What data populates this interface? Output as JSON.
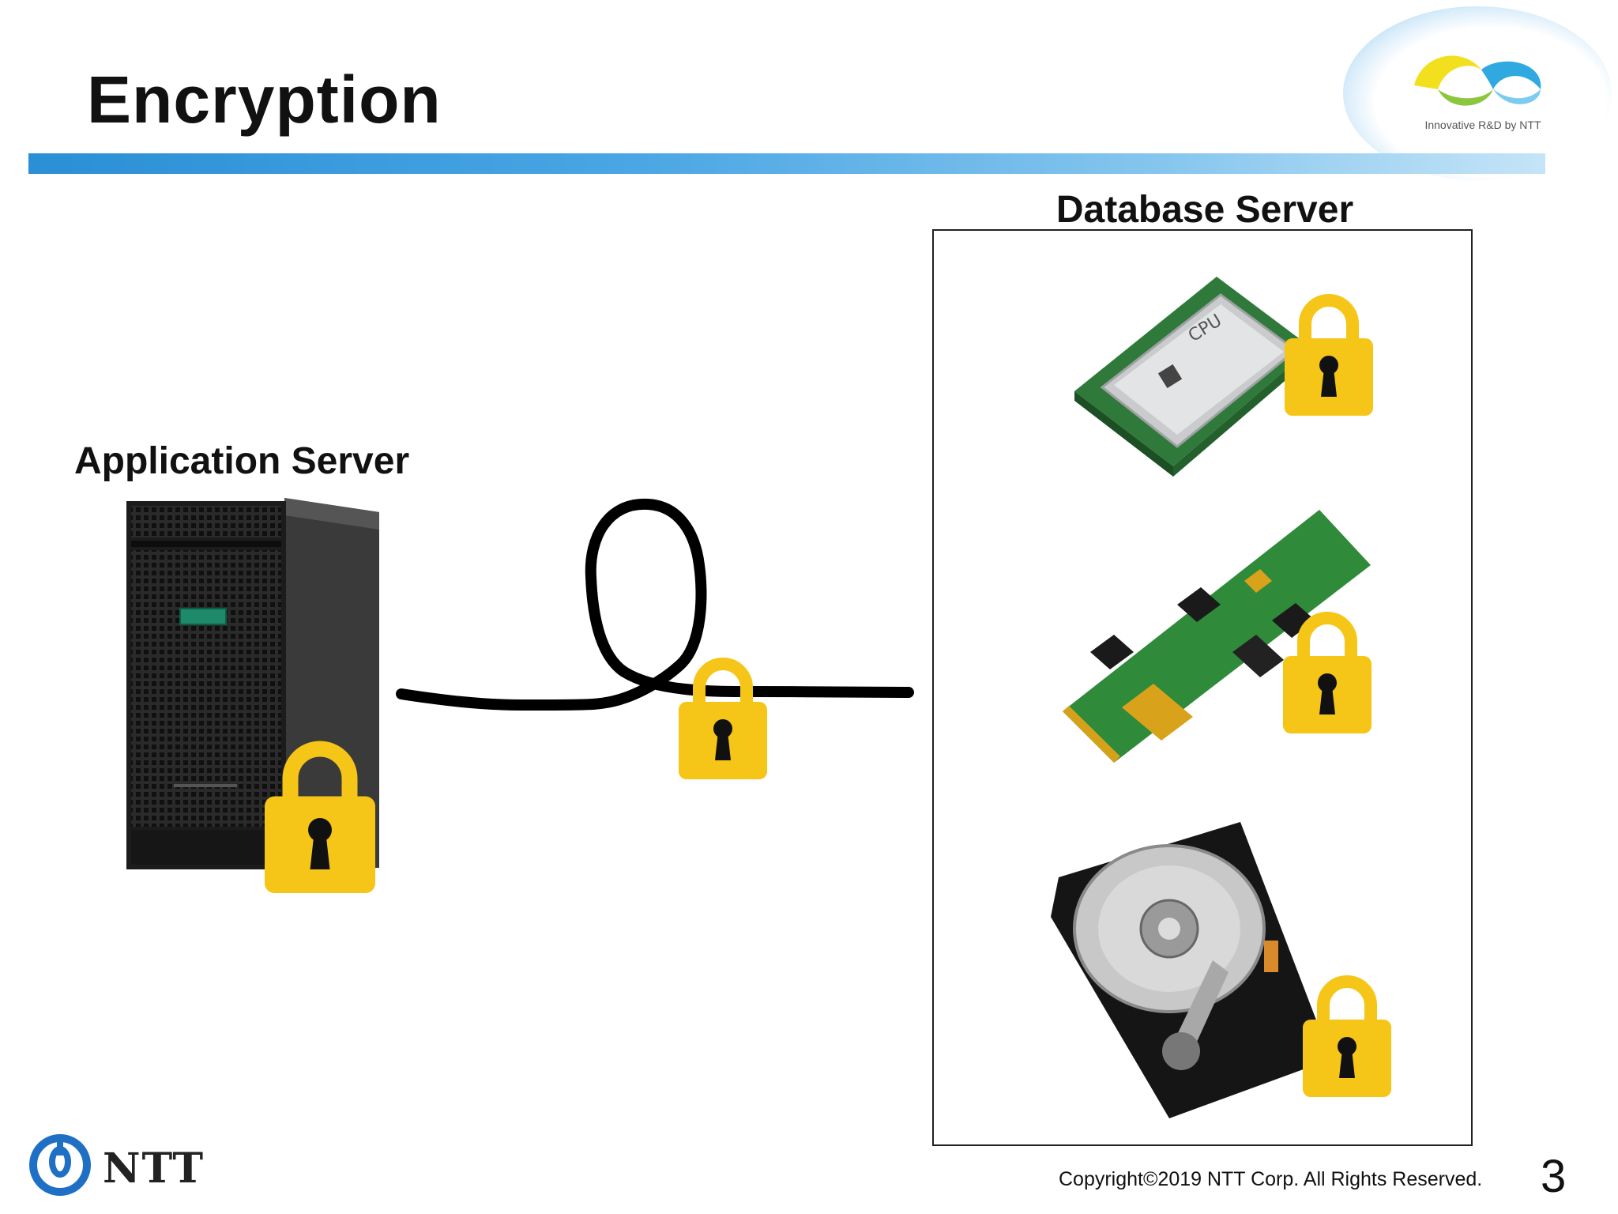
{
  "slide": {
    "title": "Encryption",
    "app_server_label": "Application Server",
    "db_server_label": "Database Server",
    "copyright": "Copyright©2019  NTT Corp. All Rights Reserved.",
    "page_number": "3"
  },
  "logo": {
    "caption": "Innovative R&D by NTT",
    "company": "NTT"
  },
  "component_labels": {
    "cpu_chip_text": "CPU"
  },
  "colors": {
    "lock": "#f5c518",
    "header_bar": "#4aa6e4",
    "ntt_blue": "#1f6fc4"
  }
}
